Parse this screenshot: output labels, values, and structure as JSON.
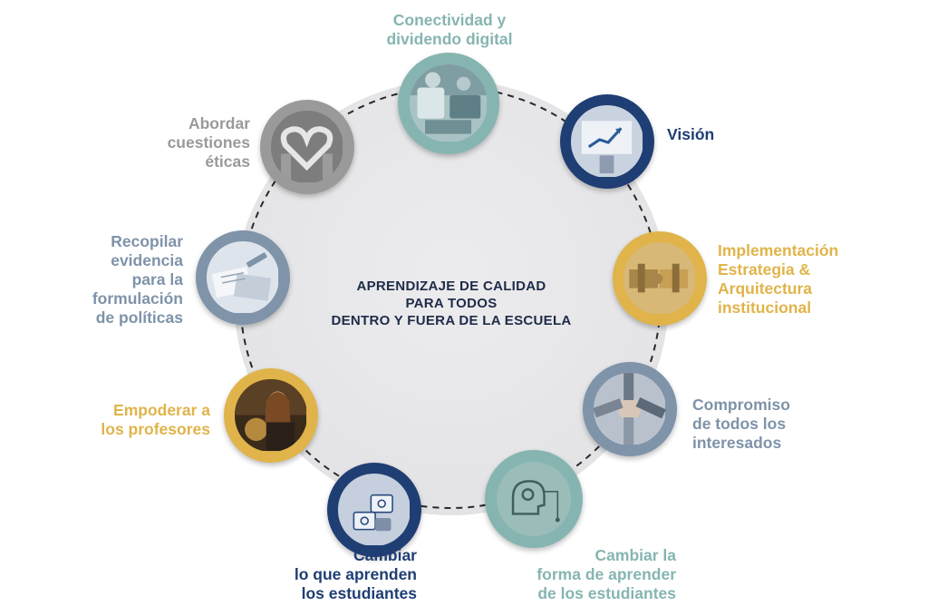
{
  "colors": {
    "teal": "#86b5b1",
    "navy": "#1f3e73",
    "gold": "#e0b44a",
    "slate": "#7f93a9",
    "gray": "#9a9a9a",
    "center_text": "#1e2b48"
  },
  "center": {
    "lines": [
      "APRENDIZAJE DE CALIDAD",
      "PARA TODOS",
      "DENTRO Y FUERA DE LA ESCUELA"
    ]
  },
  "nodes": [
    {
      "id": "conectividad",
      "lines": [
        "Conectividad y",
        "dividendo digital"
      ],
      "color": "teal",
      "icon": "people-devices-photo"
    },
    {
      "id": "vision",
      "lines": [
        "Visión"
      ],
      "color": "navy",
      "icon": "growth-chart-photo"
    },
    {
      "id": "implementacion",
      "lines": [
        "Implementación",
        "Estrategia &",
        "Arquitectura",
        "institucional"
      ],
      "color": "gold",
      "icon": "puzzle-pieces-photo"
    },
    {
      "id": "compromiso",
      "lines": [
        "Compromiso",
        "de todos los",
        "interesados"
      ],
      "color": "slate",
      "icon": "joined-hands-photo"
    },
    {
      "id": "cambiar-forma",
      "lines": [
        "Cambiar la",
        "forma de aprender",
        "de los estudiantes"
      ],
      "color": "teal",
      "icon": "brain-circuit-photo"
    },
    {
      "id": "cambiar-que",
      "lines": [
        "Cambiar",
        "lo que aprenden",
        "los estudiantes"
      ],
      "color": "navy",
      "icon": "question-blocks-photo"
    },
    {
      "id": "empoderar",
      "lines": [
        "Empoderar a",
        "los profesores"
      ],
      "color": "gold",
      "icon": "teacher-globe-photo"
    },
    {
      "id": "recopilar",
      "lines": [
        "Recopilar",
        "evidencia",
        "para la",
        "formulación",
        "de políticas"
      ],
      "color": "slate",
      "icon": "documents-desk-photo"
    },
    {
      "id": "abordar",
      "lines": [
        "Abordar",
        "cuestiones",
        "éticas"
      ],
      "color": "gray",
      "icon": "heart-hands-photo"
    }
  ]
}
